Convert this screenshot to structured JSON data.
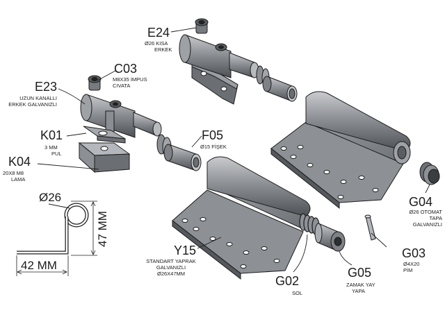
{
  "parts": {
    "e24": {
      "code": "E24",
      "desc1": "Ø26 KISA",
      "desc2": "ERKEK"
    },
    "c03": {
      "code": "C03",
      "desc1": "M8X35 IMPUS",
      "desc2": "CIVATA"
    },
    "e23": {
      "code": "E23",
      "desc1": "UZUN KANALLI",
      "desc2": "ERKEK GALVANIZLI"
    },
    "k01": {
      "code": "K01",
      "desc1": "3 MM",
      "desc2": "PUL"
    },
    "f05": {
      "code": "F05",
      "desc1": "Ø15 FİŞEK"
    },
    "k04": {
      "code": "K04",
      "desc1": "20X8 M8",
      "desc2": "LAMA"
    },
    "y15": {
      "code": "Y15",
      "desc1": "STANDART YAPRAK",
      "desc2": "GALVANIZLI",
      "desc3": "Ø26X47MM"
    },
    "g02": {
      "code": "G02",
      "desc1": "SOL"
    },
    "g05": {
      "code": "G05",
      "desc1": "ZAMAK YAY",
      "desc2": "YAPA"
    },
    "g04": {
      "code": "G04",
      "desc1": "Ø26 OTOMAT",
      "desc2": "TAPA",
      "desc3": "GALVANIZLI"
    },
    "g03": {
      "code": "G03",
      "desc1": "Ø4X20",
      "desc2": "PİM"
    }
  },
  "dimensions": {
    "diameter": "Ø26",
    "height": "47 MM",
    "width": "42 MM"
  },
  "colors": {
    "metal": "#7a7d82",
    "metal_dark": "#4f5257",
    "metal_light": "#b9bcc0",
    "outline": "#1c1c1c",
    "ink": "#1a1a1a"
  }
}
